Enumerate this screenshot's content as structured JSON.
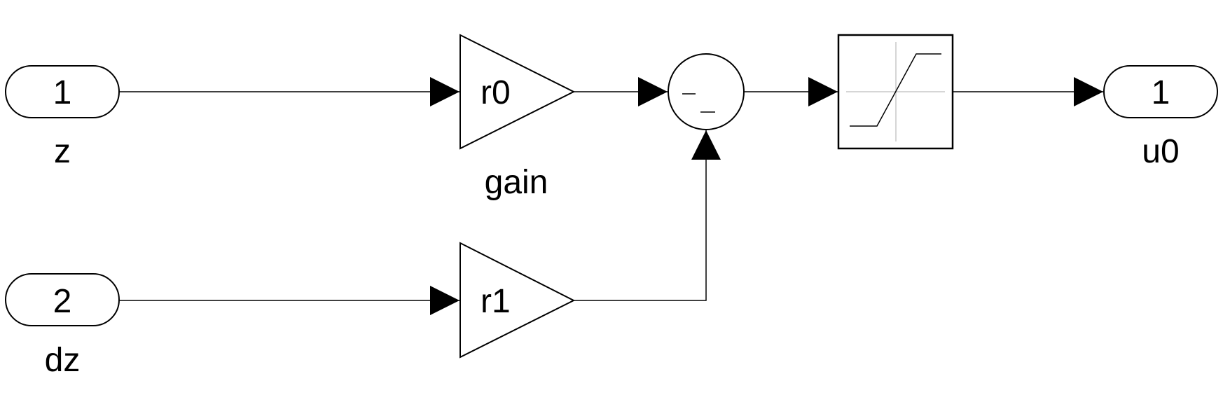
{
  "diagram": {
    "inports": [
      {
        "number": "1",
        "name": "z"
      },
      {
        "number": "2",
        "name": "dz"
      }
    ],
    "gains": [
      {
        "value": "r0",
        "name": "gain"
      },
      {
        "value": "r1",
        "name": ""
      }
    ],
    "sum": {
      "signs": "- -"
    },
    "saturation": {
      "name": ""
    },
    "outport": {
      "number": "1",
      "name": "u0"
    }
  },
  "colors": {
    "line": "#000000",
    "block_fill": "#ffffff",
    "saturation_axes": "#c8c8c8",
    "background": "#ffffff"
  }
}
